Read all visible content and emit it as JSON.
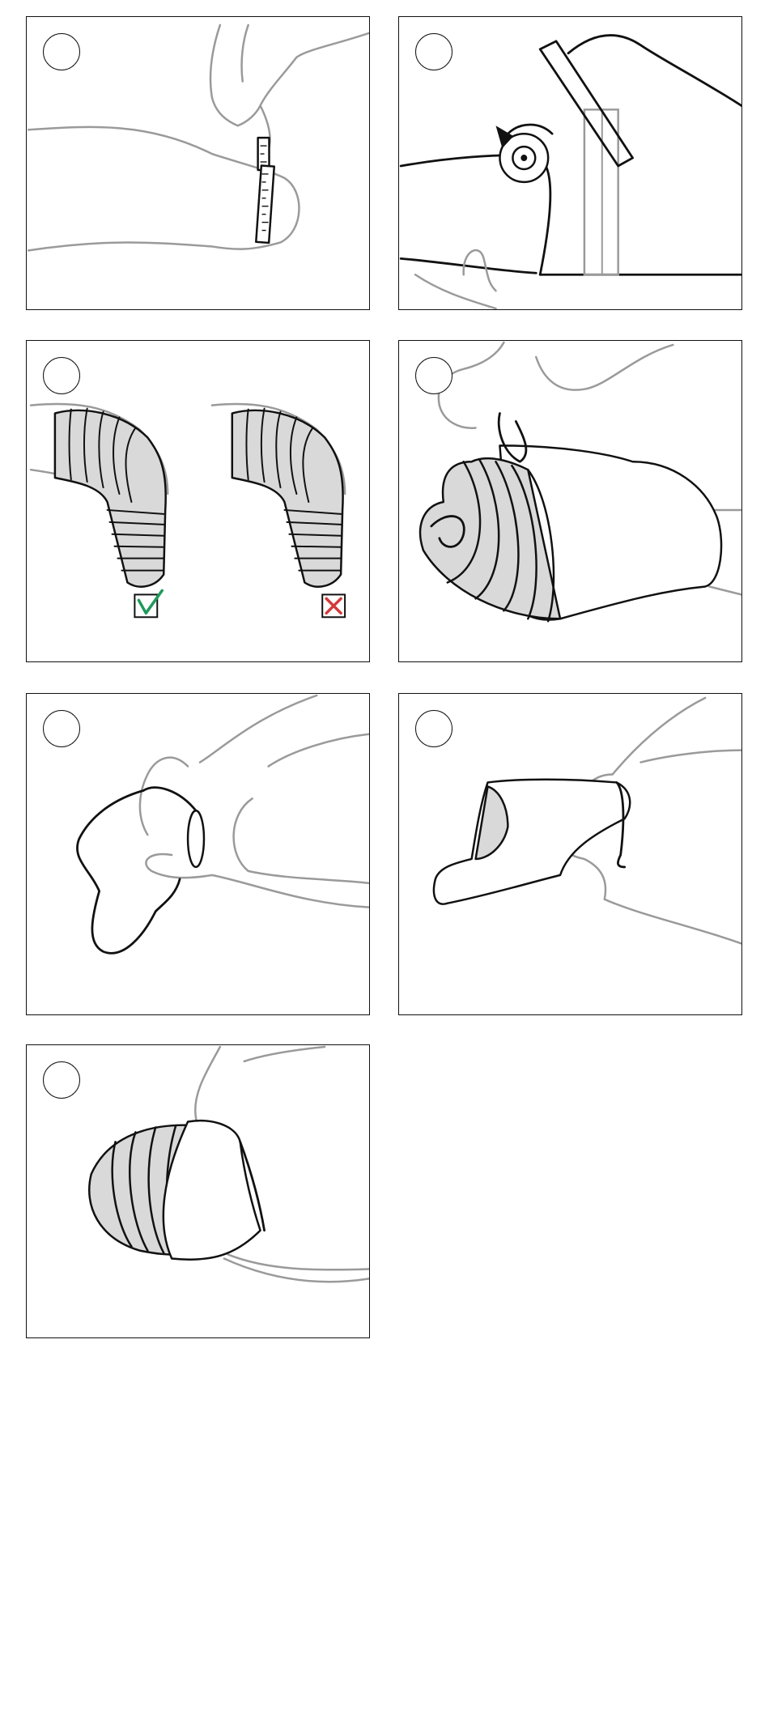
{
  "steps": [
    {
      "id": 1,
      "label": ""
    },
    {
      "id": 2,
      "label": ""
    },
    {
      "id": 3,
      "label": ""
    },
    {
      "id": 4,
      "label": ""
    },
    {
      "id": 5,
      "label": ""
    },
    {
      "id": 6,
      "label": ""
    },
    {
      "id": 7,
      "label": ""
    }
  ],
  "step3": {
    "correct_mark": "check-icon",
    "incorrect_mark": "cross-icon",
    "correct_color": "#1f9a5a",
    "incorrect_color": "#d23a3a"
  },
  "colors": {
    "line": "#111111",
    "sketch": "#9a9a9a",
    "fill": "#d9d9d9"
  }
}
